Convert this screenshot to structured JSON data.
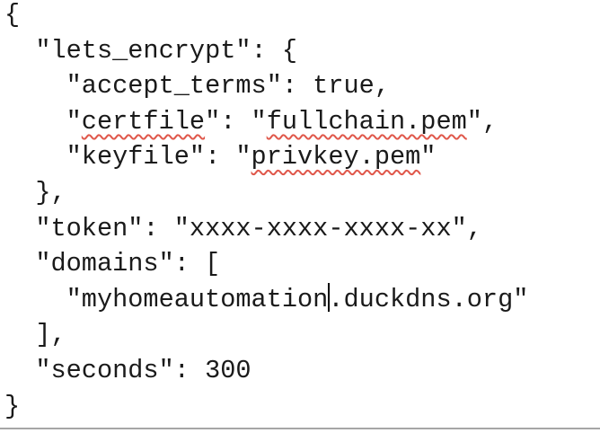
{
  "editor": {
    "lines": [
      [
        {
          "text": "{"
        }
      ],
      [
        {
          "text": "  \"lets_encrypt\": {"
        }
      ],
      [
        {
          "text": "    \"accept_terms\": true,"
        }
      ],
      [
        {
          "text": "    \""
        },
        {
          "text": "certfile",
          "miss": true
        },
        {
          "text": "\": \""
        },
        {
          "text": "fullchain.pem",
          "miss": true
        },
        {
          "text": "\","
        }
      ],
      [
        {
          "text": "    \"keyfile\": \""
        },
        {
          "text": "privkey.pem",
          "miss": true
        },
        {
          "text": "\""
        }
      ],
      [
        {
          "text": "  },"
        }
      ],
      [
        {
          "text": "  \"token\": \"xxxx-xxxx-xxxx-xx\","
        }
      ],
      [
        {
          "text": "  \"domains\": ["
        }
      ],
      [
        {
          "text": "    \"myhomeautomation"
        },
        {
          "caret": true
        },
        {
          "text": ".duckdns.org\""
        }
      ],
      [
        {
          "text": "  ],"
        }
      ],
      [
        {
          "text": "  \"seconds\": 300"
        }
      ],
      [
        {
          "text": "}"
        }
      ]
    ]
  }
}
